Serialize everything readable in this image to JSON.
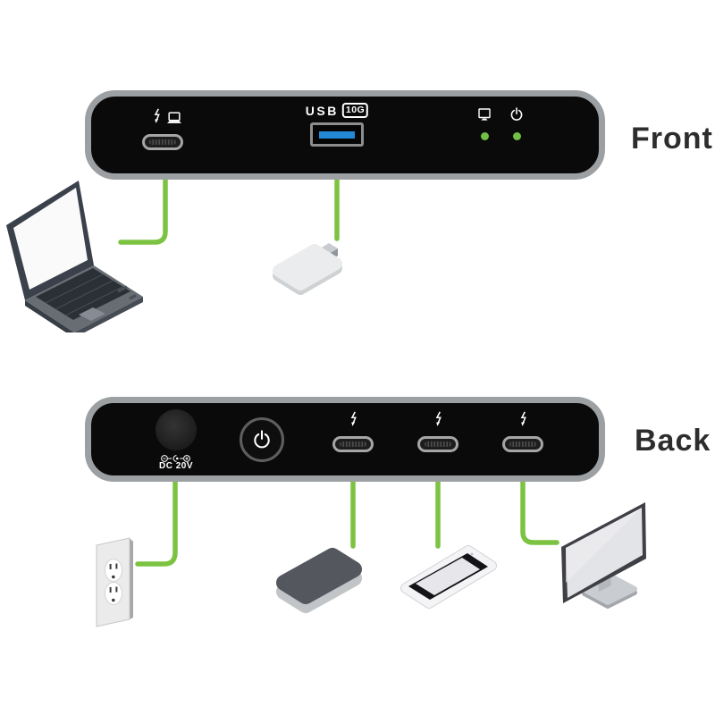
{
  "title": "Thunderbolt dock front and back connection diagram",
  "colors": {
    "cable_green": "#7cc342",
    "led_green": "#72c043",
    "usb_blue": "#2389d6",
    "panel_face": "#0a0a0a",
    "panel_border": "#9ca0a3",
    "label_text": "#2d2d2d"
  },
  "front": {
    "label": "Front",
    "host_port": {
      "type": "usb-c",
      "icons": [
        "thunderbolt-icon",
        "laptop-icon"
      ]
    },
    "usb_port": {
      "label": "USB",
      "badge": "10G",
      "type": "usb-a"
    },
    "indicators": [
      {
        "icon": "display-icon",
        "led": "green"
      },
      {
        "icon": "power-icon",
        "led": "green"
      }
    ],
    "devices": [
      {
        "name": "laptop"
      },
      {
        "name": "usb-flash-drive"
      }
    ]
  },
  "back": {
    "label": "Back",
    "dc_jack": {
      "label": "DC 20V",
      "icon": "dc-polarity-icon"
    },
    "power_button": {
      "icon": "power-icon"
    },
    "thunderbolt_ports": [
      {
        "icon": "thunderbolt-icon"
      },
      {
        "icon": "thunderbolt-icon"
      },
      {
        "icon": "thunderbolt-icon"
      }
    ],
    "devices": [
      {
        "name": "wall-outlet"
      },
      {
        "name": "external-drive"
      },
      {
        "name": "smartphone"
      },
      {
        "name": "monitor"
      }
    ]
  }
}
